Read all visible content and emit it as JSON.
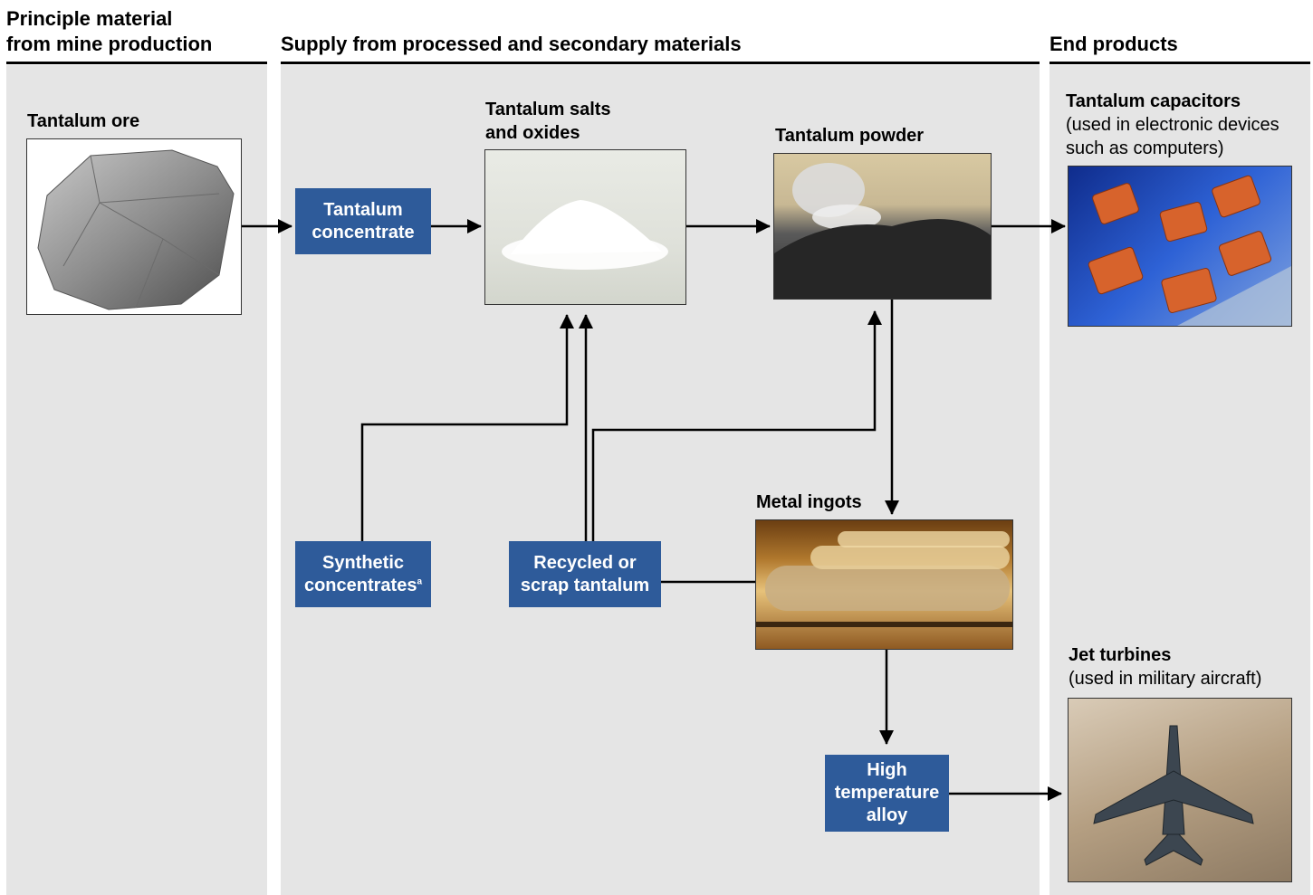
{
  "columns": {
    "mine": {
      "heading": "Principle material\nfrom mine production"
    },
    "supply": {
      "heading": "Supply from processed and secondary materials"
    },
    "end": {
      "heading": "End products"
    }
  },
  "images": {
    "ore": {
      "label": "Tantalum ore"
    },
    "salts": {
      "label": "Tantalum salts\nand oxides"
    },
    "powder": {
      "label": "Tantalum powder"
    },
    "ingots": {
      "label": "Metal ingots"
    },
    "capacitors": {
      "label": "Tantalum capacitors",
      "sublabel": "(used in electronic devices\nsuch as computers)"
    },
    "turbines": {
      "label": "Jet turbines",
      "sublabel": "(used in military aircraft)"
    }
  },
  "boxes": {
    "concentrate": "Tantalum\nconcentrate",
    "synthetic": "Synthetic\nconcentrates",
    "synthetic_note": "a",
    "recycled": "Recycled or\nscrap tantalum",
    "alloy": "High\ntemperature\nalloy"
  },
  "colors": {
    "box_fill": "#2e5b9a",
    "panel_bg": "#e5e5e5",
    "line": "#000000"
  }
}
